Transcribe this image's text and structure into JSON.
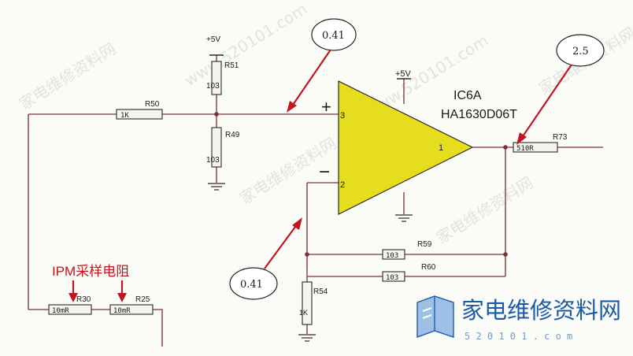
{
  "opamp": {
    "name": "IC6A",
    "part": "HA1630D06T",
    "pin_plus": "3",
    "pin_minus": "2",
    "pin_out": "1",
    "supply": "+5V",
    "plus_sign": "+",
    "minus_sign": "−"
  },
  "resistors": {
    "r51": {
      "ref": "R51",
      "value": "103"
    },
    "r49": {
      "ref": "R49",
      "value": "103"
    },
    "r50": {
      "ref": "R50",
      "value": "1K"
    },
    "r59": {
      "ref": "R59",
      "value": "103"
    },
    "r60": {
      "ref": "R60",
      "value": "103"
    },
    "r54": {
      "ref": "R54",
      "value": "1K"
    },
    "r73": {
      "ref": "R73",
      "value": "510R"
    },
    "r30": {
      "ref": "R30",
      "value": "10mR"
    },
    "r25": {
      "ref": "R25",
      "value": "10mR"
    }
  },
  "supplies": {
    "r51_top": "+5V"
  },
  "annotations": {
    "plus_voltage": "0.41",
    "minus_voltage": "0.41",
    "out_voltage": "2.5",
    "ipm_label": "IPM采样电阻"
  },
  "watermark": {
    "logo_text": "家电维修资料网",
    "url": "5 2 0 1 0 1 . c o m",
    "diag_text": "家电维修资料网",
    "diag_url": "www.520101.com"
  },
  "colors": {
    "opamp_fill": "#e6dd1e",
    "wire": "#7a3030",
    "arrow": "#c0161f",
    "logo_blue": "#1d5aa6"
  }
}
